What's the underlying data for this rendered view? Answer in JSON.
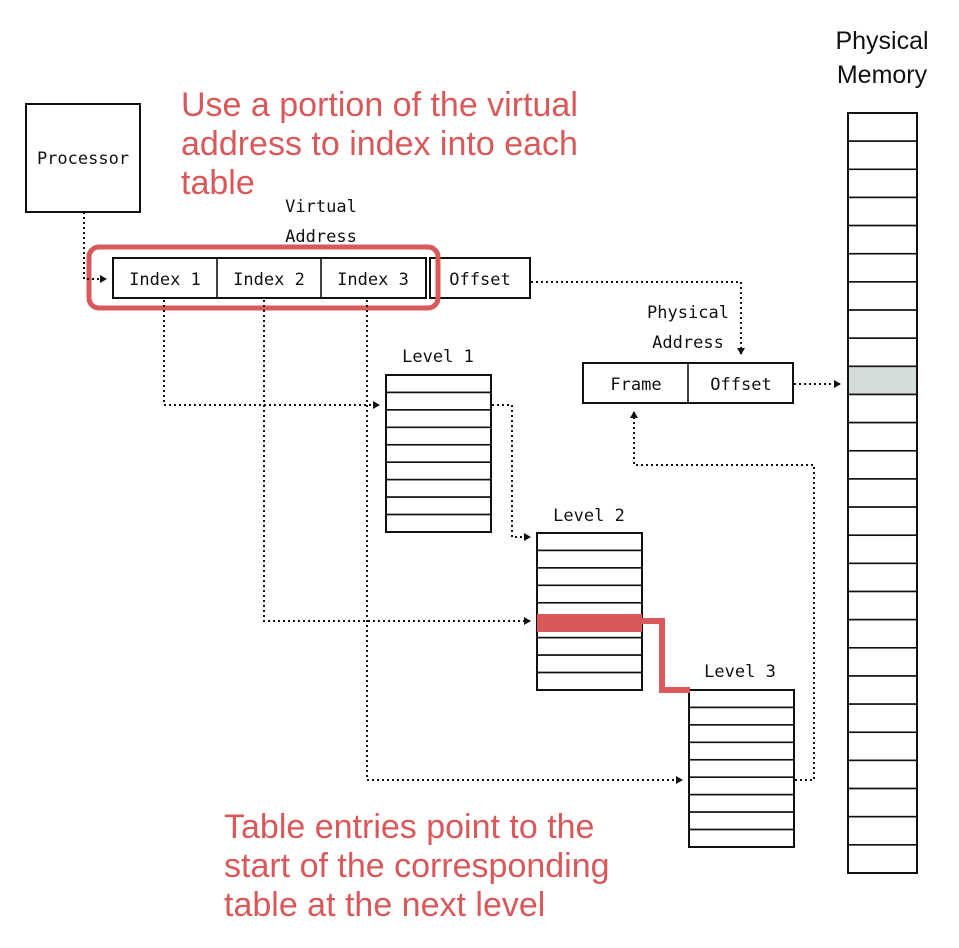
{
  "annotations": {
    "top_note": [
      "Use a portion of the virtual",
      "address to index into each",
      "table"
    ],
    "bottom_note": [
      "Table entries point to the",
      "start of the corresponding",
      "table at the next level"
    ]
  },
  "processor": {
    "label": "Processor"
  },
  "virtual_address": {
    "title": [
      "Virtual",
      "Address"
    ],
    "fields": [
      "Index 1",
      "Index 2",
      "Index 3",
      "Offset"
    ]
  },
  "physical_address": {
    "title": [
      "Physical",
      "Address"
    ],
    "fields": [
      "Frame",
      "Offset"
    ]
  },
  "levels": [
    {
      "label": "Level 1"
    },
    {
      "label": "Level 2"
    },
    {
      "label": "Level 3"
    }
  ],
  "physical_memory": {
    "title": [
      "Physical",
      "Memory"
    ]
  },
  "colors": {
    "accent": "#d9585a",
    "highlight_cell": "#d4dcdc",
    "line": "#111111"
  }
}
